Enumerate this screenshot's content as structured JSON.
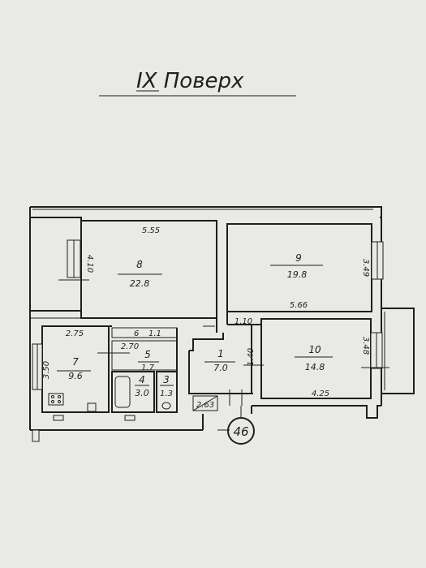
{
  "title": "IX   Поверх",
  "apartment_number": "46",
  "rooms": [
    {
      "num": "8",
      "area": "22.8"
    },
    {
      "num": "9",
      "area": "19.8"
    },
    {
      "num": "10",
      "area": "14.8"
    },
    {
      "num": "7",
      "area": "9.6"
    },
    {
      "num": "1",
      "area": "7.0"
    },
    {
      "num": "5",
      "area": "1.7"
    },
    {
      "num": "4",
      "area": "3.0"
    },
    {
      "num": "3",
      "area": "1.3"
    },
    {
      "num": "6",
      "area": "1.1"
    }
  ],
  "dimensions": [
    "5.55",
    "4.10",
    "3.49",
    "5.66",
    "2.75",
    "2.70",
    "3.50",
    "1.10",
    "1.40",
    "3.48",
    "4.25",
    "2.63"
  ]
}
